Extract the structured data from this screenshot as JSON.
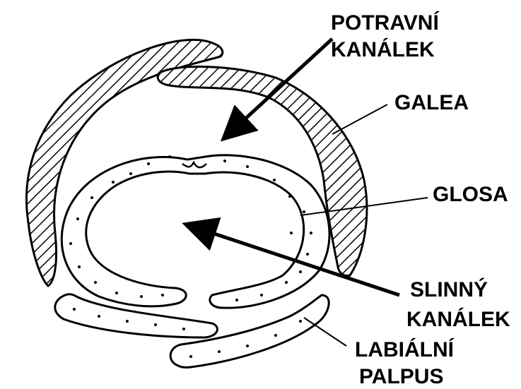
{
  "labels": {
    "potravni_line1": "POTRAVNÍ",
    "potravni_line2": "KANÁLEK",
    "galea": "GALEA",
    "glosa": "GLOSA",
    "slinny_line1": "SLINNÝ",
    "slinny_line2": "KANÁLEK",
    "labialni_line1": "LABIÁLNÍ",
    "labialni_line2": "PALPUS"
  },
  "colors": {
    "ink": "#000000",
    "paper": "#ffffff"
  }
}
